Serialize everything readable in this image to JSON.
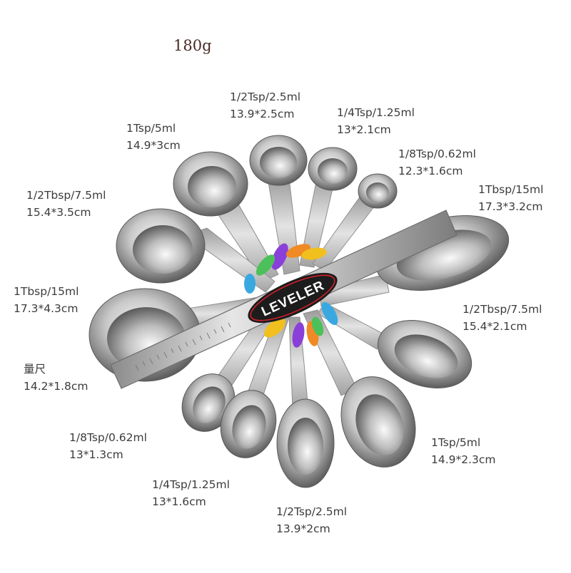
{
  "weight": "180g",
  "leveler_text": "LEVELER",
  "colors": {
    "steel_light": "#f2f2f2",
    "steel_mid": "#b8b8b8",
    "steel_dark": "#6e6e6e",
    "badge": "#1c1c1c",
    "badge_accent": "#d4202a",
    "insert_purple": "#8b3fd9",
    "insert_yellow": "#f2c01e",
    "insert_blue": "#3aa8e0",
    "insert_green": "#4cc05a",
    "insert_orange": "#f08a24"
  },
  "spoons": [
    {
      "id": "top-half-tsp",
      "capacity": "1/2Tsp/2.5ml",
      "size": "13.9*2.5cm"
    },
    {
      "id": "top-quarter-tsp",
      "capacity": "1/4Tsp/1.25ml",
      "size": "13*2.1cm"
    },
    {
      "id": "top-eighth-tsp",
      "capacity": "1/8Tsp/0.62ml",
      "size": "12.3*1.6cm"
    },
    {
      "id": "top-one-tsp",
      "capacity": "1Tsp/5ml",
      "size": "14.9*3cm"
    },
    {
      "id": "top-half-tbsp",
      "capacity": "1/2Tbsp/7.5ml",
      "size": "15.4*3.5cm"
    },
    {
      "id": "top-one-tbsp-oval",
      "capacity": "1Tbsp/15ml",
      "size": "17.3*3.2cm"
    },
    {
      "id": "left-one-tbsp",
      "capacity": "1Tbsp/15ml",
      "size": "17.3*4.3cm"
    },
    {
      "id": "right-half-tbsp-oval",
      "capacity": "1/2Tbsp/7.5ml",
      "size": "15.4*2.1cm"
    },
    {
      "id": "leveler",
      "capacity": "量尺",
      "size": "14.2*1.8cm"
    },
    {
      "id": "bottom-one-tsp-oval",
      "capacity": "1Tsp/5ml",
      "size": "14.9*2.3cm"
    },
    {
      "id": "bottom-eighth-tsp",
      "capacity": "1/8Tsp/0.62ml",
      "size": "13*1.3cm"
    },
    {
      "id": "bottom-quarter-tsp",
      "capacity": "1/4Tsp/1.25ml",
      "size": "13*1.6cm"
    },
    {
      "id": "bottom-half-tsp",
      "capacity": "1/2Tsp/2.5ml",
      "size": "13.9*2cm"
    }
  ]
}
